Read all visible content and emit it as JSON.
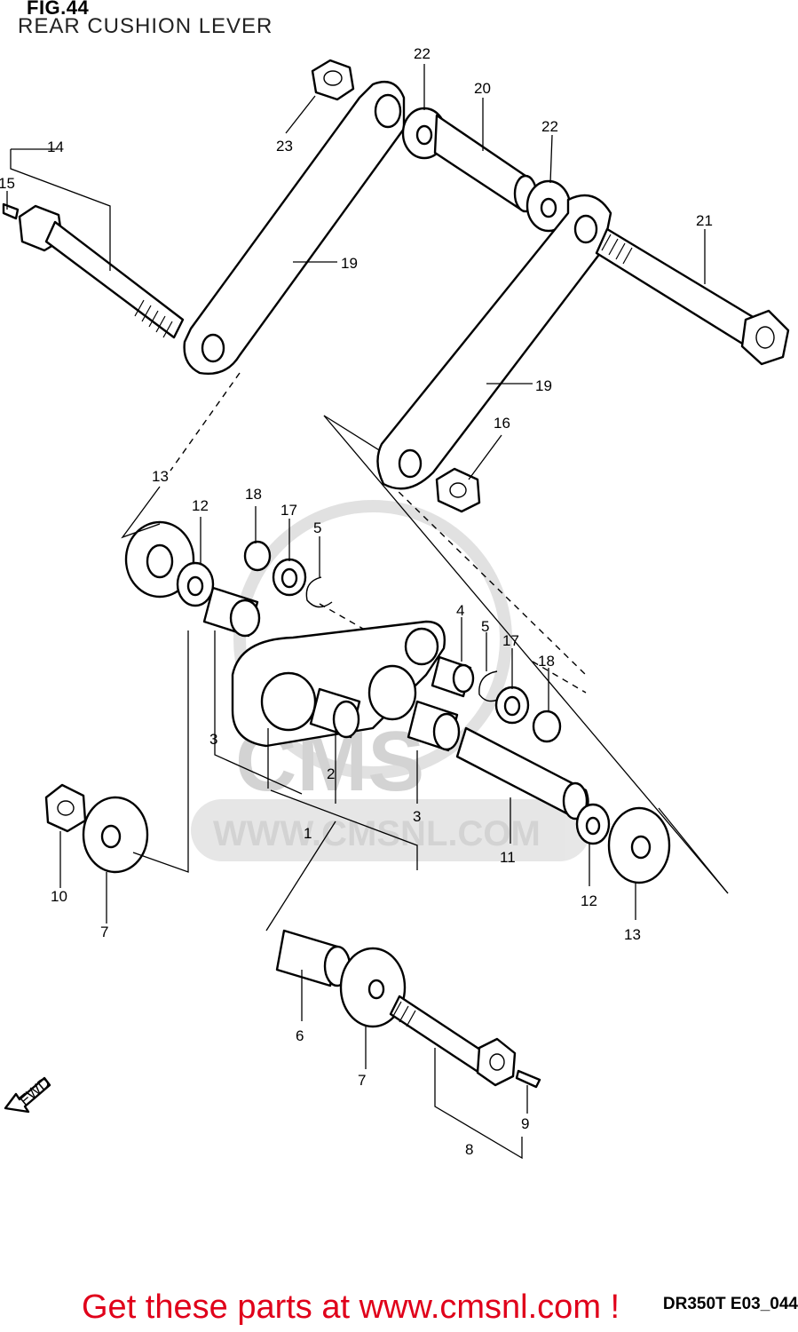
{
  "figure": {
    "number": "FIG.44",
    "title": "REAR CUSHION LEVER",
    "drawing_code": "DR350T E03_044",
    "promo_text": "Get these parts at www.cmsnl.com !",
    "watermark_logo": "CMS",
    "watermark_url": "WWW.CMSNL.COM",
    "fwd_label": "FWD"
  },
  "callouts": [
    "1",
    "2",
    "3",
    "3",
    "4",
    "5",
    "5",
    "6",
    "7",
    "7",
    "8",
    "9",
    "10",
    "11",
    "12",
    "12",
    "13",
    "13",
    "14",
    "15",
    "16",
    "17",
    "17",
    "18",
    "18",
    "19",
    "19",
    "20",
    "21",
    "22",
    "22",
    "23"
  ],
  "colors": {
    "line": "#000000",
    "promo": "#e0001a",
    "watermark": "#cfcfcf"
  }
}
